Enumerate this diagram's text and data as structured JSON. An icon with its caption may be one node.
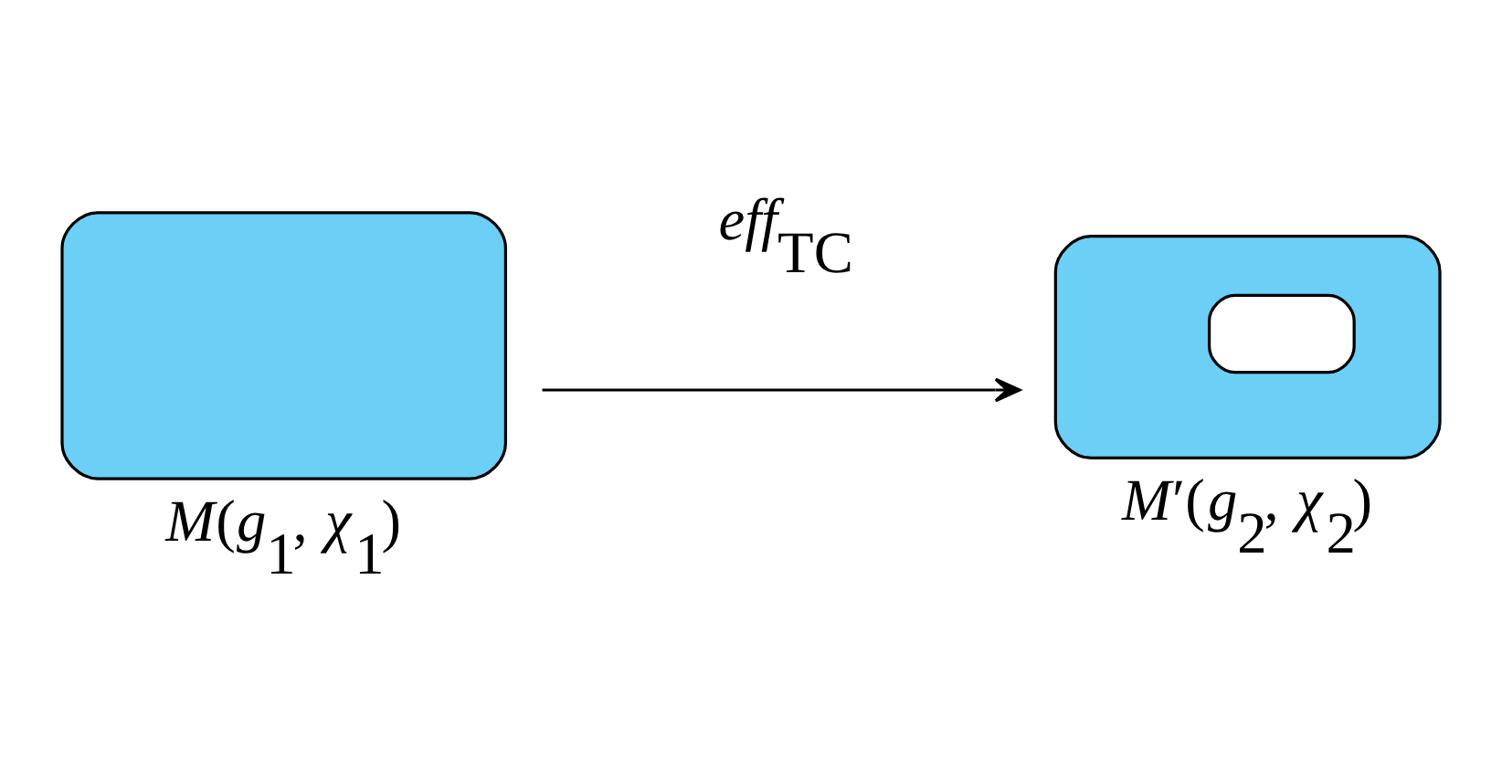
{
  "diagram": {
    "nodes": [
      {
        "text": [
          "*M*(*g*$_{1}$, *χ*$_{1}$)"
        ]
      },
      {
        "text": [
          "*M*′(*g*$_{2}$, *χ*$_{2}$)"
        ]
      }
    ],
    "edges": [
      {
        "from": 0,
        "to": 1,
        "arrow": "to",
        "label": "*eff*$_{TC}$"
      }
    ]
  }
}
